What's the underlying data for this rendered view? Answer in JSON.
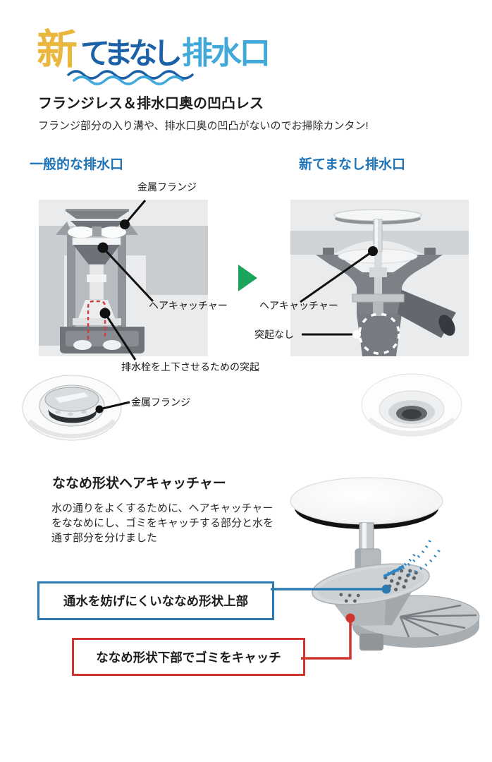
{
  "logo": {
    "part1": "新",
    "part2": "てまなし",
    "part3": "排水口"
  },
  "intro": {
    "heading": "フランジレス＆排水口奥の凹凸レス",
    "description": "フランジ部分の入り溝や、排水口奥の凹凸がないのでお掃除カンタン!"
  },
  "comparison": {
    "left_title": "一般的な排水口",
    "right_title": "新てまなし排水口",
    "labels": {
      "metal_flange": "金属フランジ",
      "hair_catcher_left": "ヘアキャッチャー",
      "protrusion": "排水栓を上下させるための突起",
      "metal_flange_photo": "金属フランジ",
      "hair_catcher_right": "ヘアキャッチャー",
      "no_protrusion": "突起なし"
    }
  },
  "feature": {
    "heading": "ななめ形状ヘアキャッチャー",
    "description": "水の通りをよくするために、ヘアキャッチャーをななめにし、ゴミをキャッチする部分と水を通す部分を分けました",
    "callout_top": "通水を妨げにくいななめ形状上部",
    "callout_bottom": "ななめ形状下部でゴミをキャッチ"
  },
  "colors": {
    "logo_new": "#e9b63e",
    "logo_dark_blue": "#1b61a8",
    "logo_light_blue": "#41a9d9",
    "title_blue": "#1d73b8",
    "arrow_green": "#1ba45c",
    "callout_blue": "#2b7ab1",
    "callout_red": "#d0342e",
    "dashed_red": "#d43c3c",
    "water_blue": "#2f86c4"
  }
}
